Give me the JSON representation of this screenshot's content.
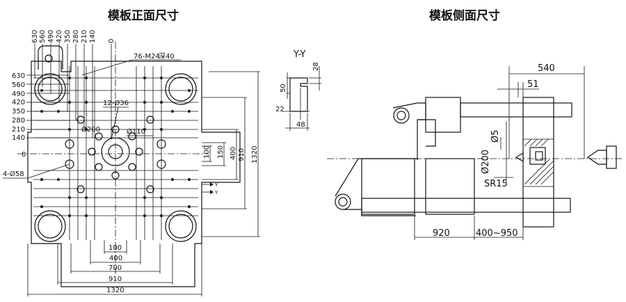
{
  "titles": {
    "front": "模板正面尺寸",
    "side": "模板侧面尺寸"
  },
  "front_view": {
    "top_ticks": [
      "630",
      "560",
      "490",
      "420",
      "350",
      "280",
      "210",
      "140",
      "0"
    ],
    "left_ticks": [
      "630",
      "560",
      "490",
      "420",
      "350",
      "280",
      "210",
      "140",
      "0"
    ],
    "callouts": {
      "tap_holes": "76-M24",
      "depth": "深40",
      "bolt_holes": "12-Ø36",
      "centre_ring": "Ø200",
      "locating": "Ø110",
      "ejector_holes": "4-Ø58"
    },
    "right_dims": [
      "100",
      "150",
      "400",
      "910",
      "1320"
    ],
    "bottom_dims": [
      "100",
      "400",
      "700",
      "910",
      "1320"
    ],
    "axis_label": "Y"
  },
  "section_yy": {
    "label": "Y-Y",
    "dims": [
      "28",
      "50",
      "22",
      "48"
    ]
  },
  "side_view": {
    "dims": [
      "540",
      "51",
      "Ø5",
      "Ø200",
      "SR15",
      "920",
      "400~950"
    ]
  }
}
